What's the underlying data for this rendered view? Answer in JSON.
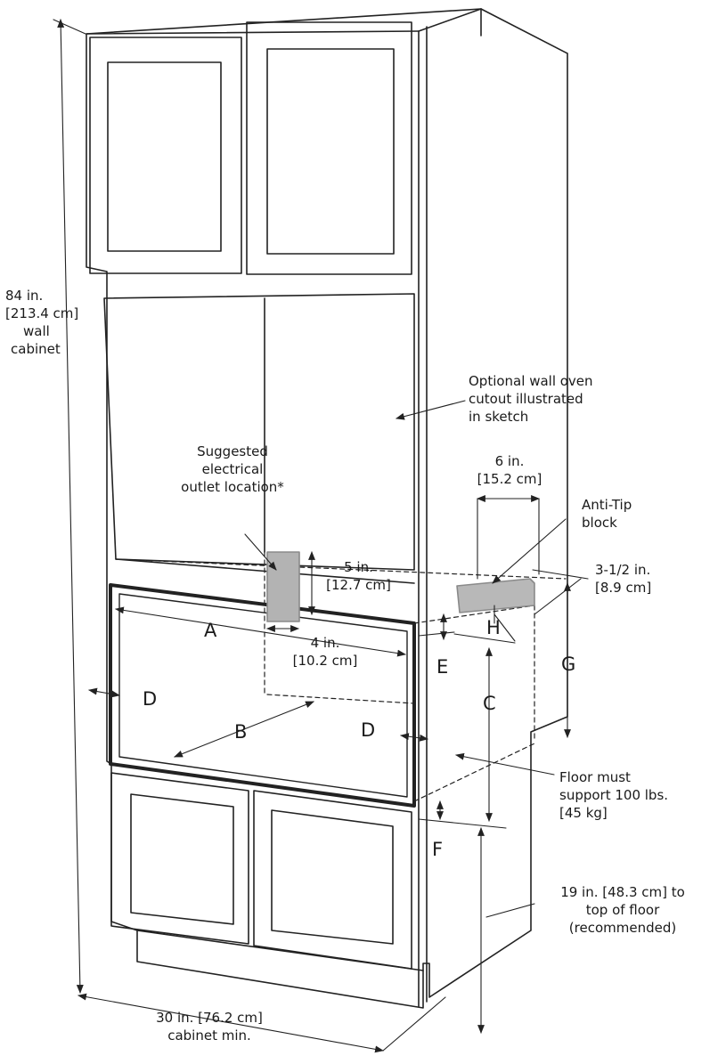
{
  "labels": {
    "height": [
      "84 in.",
      "[213.4 cm]",
      "wall",
      "cabinet"
    ],
    "oven_cutout": [
      "Optional wall oven",
      "cutout illustrated",
      "in sketch"
    ],
    "outlet": [
      "Suggested",
      "electrical",
      "outlet location*"
    ],
    "six_in": [
      "6 in.",
      "[15.2 cm]"
    ],
    "anti_tip": [
      "Anti-Tip",
      "block"
    ],
    "five_in": [
      "5 in.",
      "[12.7 cm]"
    ],
    "three_half": [
      "3-1/2 in.",
      "[8.9 cm]"
    ],
    "four_in": [
      "4 in.",
      "[10.2 cm]"
    ],
    "floor": [
      "Floor must",
      "support 100 lbs.",
      "[45 kg]"
    ],
    "nineteen": [
      "19 in. [48.3 cm] to",
      "top of floor",
      "(recommended)"
    ],
    "thirty": [
      "30 in. [76.2 cm]",
      "cabinet min."
    ]
  },
  "letters": {
    "A": "A",
    "B": "B",
    "C": "C",
    "D1": "D",
    "D2": "D",
    "E": "E",
    "F": "F",
    "G": "G",
    "H": "H"
  }
}
